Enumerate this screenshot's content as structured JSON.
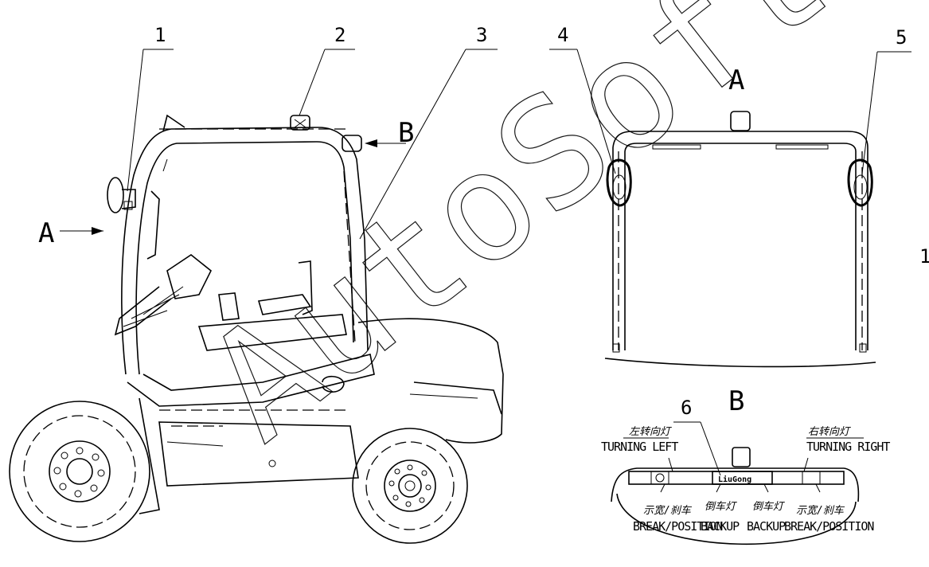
{
  "callouts": [
    "1",
    "2",
    "3",
    "4",
    "5",
    "6"
  ],
  "views": {
    "a_label": "A",
    "b_label": "B",
    "a_view_title": "A",
    "b_view_title": "B"
  },
  "labels": {
    "turning_left_cn": "左转向灯",
    "turning_left": "TURNING LEFT",
    "turning_right_cn": "右转向灯",
    "turning_right": "TURNING RIGHT",
    "brake_left_cn": "示宽/刹车",
    "brake_left": "BREAK/POSITION",
    "backup_left_cn": "倒车灯",
    "backup_left": "BACKUP",
    "backup_right_cn": "倒车灯",
    "backup_right": "BACKUP",
    "brake_right_cn": "示宽/刹车",
    "brake_right": "BREAK/POSITION",
    "lamp_brand": "LiuGong"
  },
  "watermark": "AutoSoft",
  "edge_marks": [
    "1"
  ]
}
